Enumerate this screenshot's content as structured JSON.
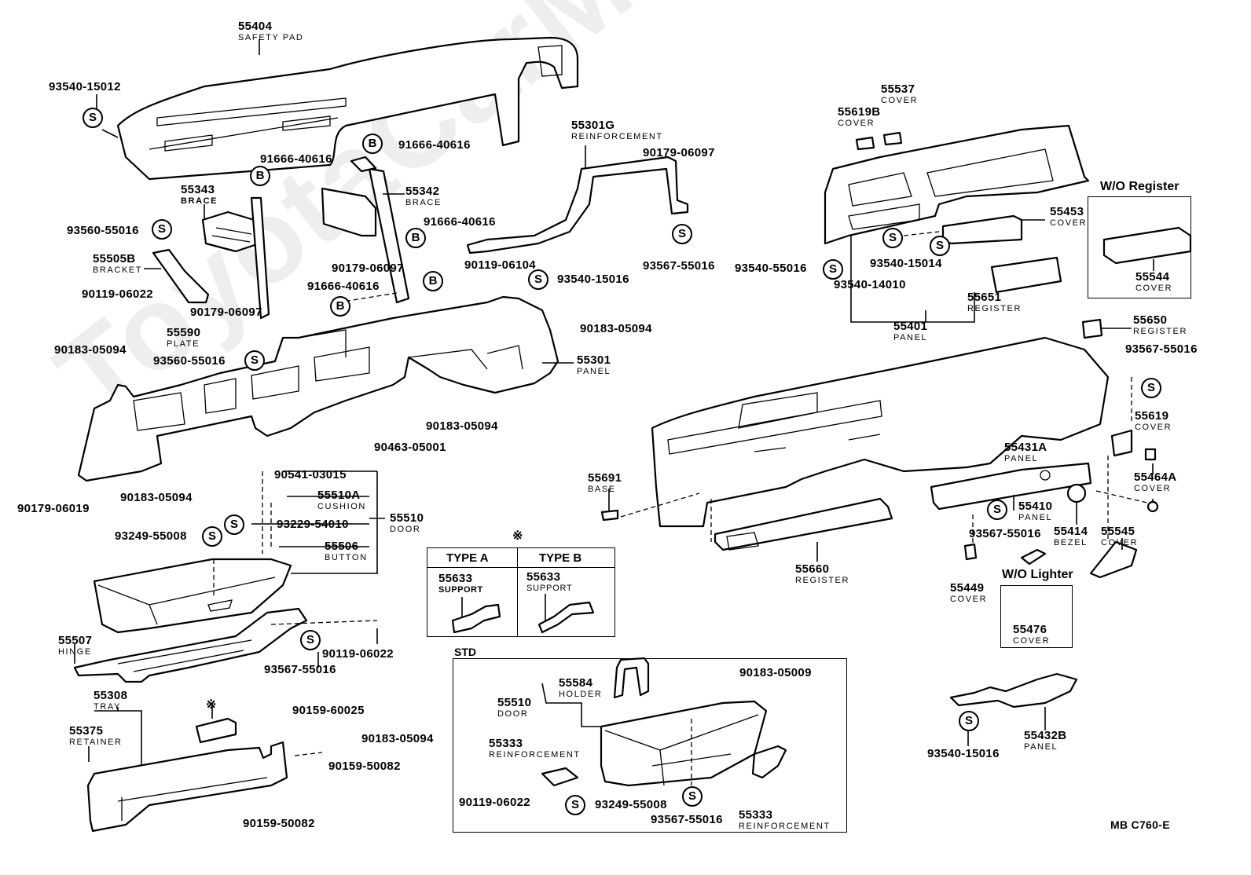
{
  "watermark": "ToyotaCarMiles.ru",
  "diagram_code": "MB C760-E",
  "section_headers": {
    "wo_register": "W/O Register",
    "wo_lighter": "W/O Lighter",
    "std": "STD",
    "type_a": "TYPE A",
    "type_b": "TYPE B",
    "note_mark": "※"
  },
  "symbols": {
    "s": "S",
    "b": "B"
  },
  "parts": {
    "p55404": {
      "number": "55404",
      "name": "SAFETY PAD"
    },
    "p55301G": {
      "number": "55301G",
      "name": "REINFORCEMENT"
    },
    "p55343": {
      "number": "55343",
      "name": "BRACE"
    },
    "p55342": {
      "number": "55342",
      "name": "BRACE"
    },
    "p55505B": {
      "number": "55505B",
      "name": "BRACKET"
    },
    "p55590": {
      "number": "55590",
      "name": "PLATE"
    },
    "p55301": {
      "number": "55301",
      "name": "PANEL"
    },
    "p55510A": {
      "number": "55510A",
      "name": "CUSHION"
    },
    "p55510": {
      "number": "55510",
      "name": "DOOR"
    },
    "p55506": {
      "number": "55506",
      "name": "BUTTON"
    },
    "p55507": {
      "number": "55507",
      "name": "HINGE"
    },
    "p55308": {
      "number": "55308",
      "name": "TRAY"
    },
    "p55375": {
      "number": "55375",
      "name": "RETAINER"
    },
    "p55633a": {
      "number": "55633",
      "name": "SUPPORT"
    },
    "p55633b": {
      "number": "55633",
      "name": "SUPPORT"
    },
    "p55584": {
      "number": "55584",
      "name": "HOLDER"
    },
    "p55510std": {
      "number": "55510",
      "name": "DOOR"
    },
    "p55333a": {
      "number": "55333",
      "name": "REINFORCEMENT"
    },
    "p55333b": {
      "number": "55333",
      "name": "REINFORCEMENT"
    },
    "p55537": {
      "number": "55537",
      "name": "COVER"
    },
    "p55619B": {
      "number": "55619B",
      "name": "COVER"
    },
    "p55453": {
      "number": "55453",
      "name": "COVER"
    },
    "p55544": {
      "number": "55544",
      "name": "COVER"
    },
    "p55651": {
      "number": "55651",
      "name": "REGISTER"
    },
    "p55401": {
      "number": "55401",
      "name": "PANEL"
    },
    "p55650": {
      "number": "55650",
      "name": "REGISTER"
    },
    "p55619": {
      "number": "55619",
      "name": "COVER"
    },
    "p55431A": {
      "number": "55431A",
      "name": "PANEL"
    },
    "p55464A": {
      "number": "55464A",
      "name": "COVER"
    },
    "p55410": {
      "number": "55410",
      "name": "PANEL"
    },
    "p55414": {
      "number": "55414",
      "name": "BEZEL"
    },
    "p55545": {
      "number": "55545",
      "name": "COVER"
    },
    "p55691": {
      "number": "55691",
      "name": "BASE"
    },
    "p55660": {
      "number": "55660",
      "name": "REGISTER"
    },
    "p55449": {
      "number": "55449",
      "name": "COVER"
    },
    "p55476": {
      "number": "55476",
      "name": "COVER"
    },
    "p55432B": {
      "number": "55432B",
      "name": "PANEL"
    }
  },
  "fasteners": {
    "f93540_15012": "93540-15012",
    "f91666_40616_a": "91666-40616",
    "f91666_40616_b": "91666-40616",
    "f91666_40616_c": "91666-40616",
    "f91666_40616_d": "91666-40616",
    "f90179_06097_a": "90179-06097",
    "f90179_06097_b": "90179-06097",
    "f90179_06097_c": "90179-06097",
    "f93560_55016_a": "93560-55016",
    "f93560_55016_b": "93560-55016",
    "f90119_06022_a": "90119-06022",
    "f90119_06104": "90119-06104",
    "f93540_15016_a": "93540-15016",
    "f93567_55016_a": "93567-55016",
    "f90183_05094_a": "90183-05094",
    "f90183_05094_b": "90183-05094",
    "f90183_05094_c": "90183-05094",
    "f90183_05094_d": "90183-05094",
    "f90183_05094_e": "90183-05094",
    "f90463_05001": "90463-05001",
    "f90179_06019": "90179-06019",
    "f90541_03015": "90541-03015",
    "f93229_54010": "93229-54010",
    "f93249_55008_a": "93249-55008",
    "f90119_06022_b": "90119-06022",
    "f93567_55016_b": "93567-55016",
    "f90159_60025": "90159-60025",
    "f90159_50082_a": "90159-50082",
    "f90159_50082_b": "90159-50082",
    "f90183_05009": "90183-05009",
    "f90119_06022_c": "90119-06022",
    "f93249_55008_b": "93249-55008",
    "f93567_55016_c": "93567-55016",
    "f93540_55016": "93540-55016",
    "f93540_15014": "93540-15014",
    "f93540_14010": "93540-14010",
    "f93567_55016_d": "93567-55016",
    "f93567_55016_e": "93567-55016",
    "f93540_15016_b": "93540-15016"
  }
}
